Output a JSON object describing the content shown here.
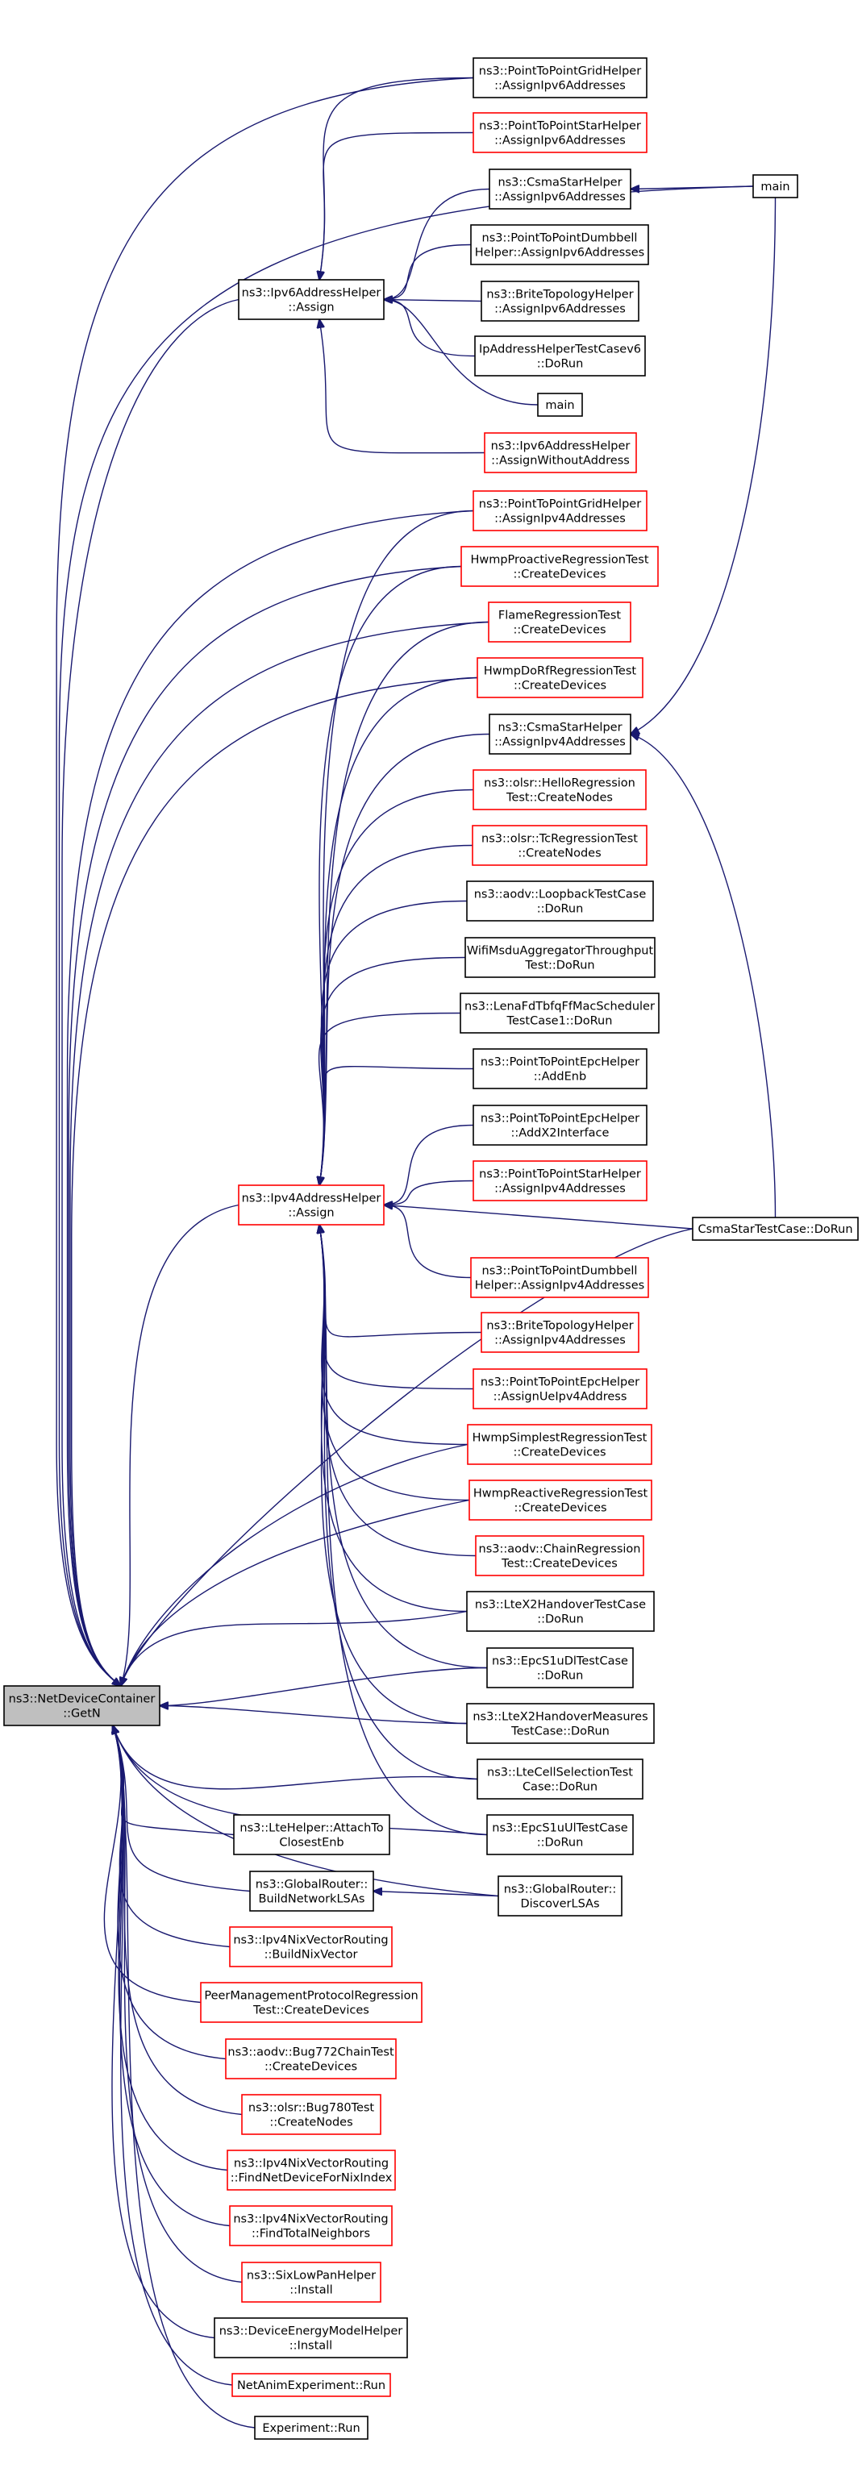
{
  "diagram": {
    "type": "call-graph",
    "root": "ns3::NetDeviceContainer::GetN",
    "colors": {
      "edge": "#191970",
      "box_default": "#000000",
      "box_red": "#ff0000",
      "root_fill": "#bfbfbf"
    }
  },
  "nodes": {
    "getn": {
      "lines": [
        "ns3::NetDeviceContainer",
        "::GetN"
      ],
      "style": "root"
    },
    "ipv6assign": {
      "lines": [
        "ns3::Ipv6AddressHelper",
        "::Assign"
      ],
      "style": "black"
    },
    "ipv4assign": {
      "lines": [
        "ns3::Ipv4AddressHelper",
        "::Assign"
      ],
      "style": "red"
    },
    "p2pgrid6": {
      "lines": [
        "ns3::PointToPointGridHelper",
        "::AssignIpv6Addresses"
      ],
      "style": "black"
    },
    "p2pstar6": {
      "lines": [
        "ns3::PointToPointStarHelper",
        "::AssignIpv6Addresses"
      ],
      "style": "red"
    },
    "csmastar6": {
      "lines": [
        "ns3::CsmaStarHelper",
        "::AssignIpv6Addresses"
      ],
      "style": "black"
    },
    "dumbbell6": {
      "lines": [
        "ns3::PointToPointDumbbell",
        "Helper::AssignIpv6Addresses"
      ],
      "style": "black"
    },
    "brite6": {
      "lines": [
        "ns3::BriteTopologyHelper",
        "::AssignIpv6Addresses"
      ],
      "style": "black"
    },
    "iptest6": {
      "lines": [
        "IpAddressHelperTestCasev6",
        "::DoRun"
      ],
      "style": "black"
    },
    "main_small": {
      "lines": [
        "main"
      ],
      "style": "black"
    },
    "ipv6without": {
      "lines": [
        "ns3::Ipv6AddressHelper",
        "::AssignWithoutAddress"
      ],
      "style": "red"
    },
    "main_right": {
      "lines": [
        "main"
      ],
      "style": "black"
    },
    "p2pgrid4": {
      "lines": [
        "ns3::PointToPointGridHelper",
        "::AssignIpv4Addresses"
      ],
      "style": "red"
    },
    "hwmpproactive": {
      "lines": [
        "HwmpProactiveRegressionTest",
        "::CreateDevices"
      ],
      "style": "red"
    },
    "flame": {
      "lines": [
        "FlameRegressionTest",
        "::CreateDevices"
      ],
      "style": "red"
    },
    "hwmpdorf": {
      "lines": [
        "HwmpDoRfRegressionTest",
        "::CreateDevices"
      ],
      "style": "red"
    },
    "csmastar4": {
      "lines": [
        "ns3::CsmaStarHelper",
        "::AssignIpv4Addresses"
      ],
      "style": "black"
    },
    "olsrhello": {
      "lines": [
        "ns3::olsr::HelloRegression",
        "Test::CreateNodes"
      ],
      "style": "red"
    },
    "olsrtc": {
      "lines": [
        "ns3::olsr::TcRegressionTest",
        "::CreateNodes"
      ],
      "style": "red"
    },
    "aodvloop": {
      "lines": [
        "ns3::aodv::LoopbackTestCase",
        "::DoRun"
      ],
      "style": "black"
    },
    "wifimsdu": {
      "lines": [
        "WifiMsduAggregatorThroughput",
        "Test::DoRun"
      ],
      "style": "black"
    },
    "lenafd": {
      "lines": [
        "ns3::LenaFdTbfqFfMacScheduler",
        "TestCase1::DoRun"
      ],
      "style": "black"
    },
    "p2pepcenb": {
      "lines": [
        "ns3::PointToPointEpcHelper",
        "::AddEnb"
      ],
      "style": "black"
    },
    "p2pepcx2": {
      "lines": [
        "ns3::PointToPointEpcHelper",
        "::AddX2Interface"
      ],
      "style": "black"
    },
    "p2pstar4": {
      "lines": [
        "ns3::PointToPointStarHelper",
        "::AssignIpv4Addresses"
      ],
      "style": "red"
    },
    "csmastartest": {
      "lines": [
        "CsmaStarTestCase::DoRun"
      ],
      "style": "black"
    },
    "dumbbell4": {
      "lines": [
        "ns3::PointToPointDumbbell",
        "Helper::AssignIpv4Addresses"
      ],
      "style": "red"
    },
    "brite4": {
      "lines": [
        "ns3::BriteTopologyHelper",
        "::AssignIpv4Addresses"
      ],
      "style": "red"
    },
    "p2pepcue": {
      "lines": [
        "ns3::PointToPointEpcHelper",
        "::AssignUeIpv4Address"
      ],
      "style": "red"
    },
    "hwmpsimplest": {
      "lines": [
        "HwmpSimplestRegressionTest",
        "::CreateDevices"
      ],
      "style": "red"
    },
    "hwmpreactive": {
      "lines": [
        "HwmpReactiveRegressionTest",
        "::CreateDevices"
      ],
      "style": "red"
    },
    "aodvchain": {
      "lines": [
        "ns3::aodv::ChainRegression",
        "Test::CreateDevices"
      ],
      "style": "red"
    },
    "ltex2ho": {
      "lines": [
        "ns3::LteX2HandoverTestCase",
        "::DoRun"
      ],
      "style": "black"
    },
    "epcs1udl": {
      "lines": [
        "ns3::EpcS1uDlTestCase",
        "::DoRun"
      ],
      "style": "black"
    },
    "ltex2hom": {
      "lines": [
        "ns3::LteX2HandoverMeasures",
        "TestCase::DoRun"
      ],
      "style": "black"
    },
    "ltecellsel": {
      "lines": [
        "ns3::LteCellSelectionTest",
        "Case::DoRun"
      ],
      "style": "black"
    },
    "epcs1uul": {
      "lines": [
        "ns3::EpcS1uUlTestCase",
        "::DoRun"
      ],
      "style": "black"
    },
    "lteattach": {
      "lines": [
        "ns3::LteHelper::AttachTo",
        "ClosestEnb"
      ],
      "style": "black"
    },
    "grbuild": {
      "lines": [
        "ns3::GlobalRouter::",
        "BuildNetworkLSAs"
      ],
      "style": "black"
    },
    "grdiscover": {
      "lines": [
        "ns3::GlobalRouter::",
        "DiscoverLSAs"
      ],
      "style": "black"
    },
    "nixbuild": {
      "lines": [
        "ns3::Ipv4NixVectorRouting",
        "::BuildNixVector"
      ],
      "style": "red"
    },
    "peermgmt": {
      "lines": [
        "PeerManagementProtocolRegression",
        "Test::CreateDevices"
      ],
      "style": "red"
    },
    "aodvbug": {
      "lines": [
        "ns3::aodv::Bug772ChainTest",
        "::CreateDevices"
      ],
      "style": "red"
    },
    "olsrbug": {
      "lines": [
        "ns3::olsr::Bug780Test",
        "::CreateNodes"
      ],
      "style": "red"
    },
    "nixfind": {
      "lines": [
        "ns3::Ipv4NixVectorRouting",
        "::FindNetDeviceForNixIndex"
      ],
      "style": "red"
    },
    "nixneigh": {
      "lines": [
        "ns3::Ipv4NixVectorRouting",
        "::FindTotalNeighbors"
      ],
      "style": "red"
    },
    "sixlowpan": {
      "lines": [
        "ns3::SixLowPanHelper",
        "::Install"
      ],
      "style": "red"
    },
    "energy": {
      "lines": [
        "ns3::DeviceEnergyModelHelper",
        "::Install"
      ],
      "style": "black"
    },
    "netanim": {
      "lines": [
        "NetAnimExperiment::Run"
      ],
      "style": "red"
    },
    "experiment": {
      "lines": [
        "Experiment::Run"
      ],
      "style": "black"
    }
  }
}
